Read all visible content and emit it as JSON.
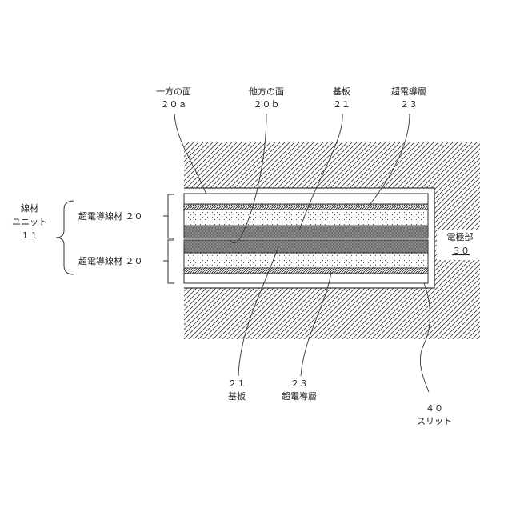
{
  "labels": {
    "top_1_name": "一方の面",
    "top_1_ref": "２０ａ",
    "top_2_name": "他方の面",
    "top_2_ref": "２０ｂ",
    "top_3_name": "基板",
    "top_3_ref": "２１",
    "top_4_name": "超電導層",
    "top_4_ref": "２３",
    "unit_name_1": "線材",
    "unit_name_2": "ユニット",
    "unit_ref": "１１",
    "wire_upper": "超電導線材 ２０",
    "wire_lower": "超電導線材 ２０",
    "electrode_name": "電極部",
    "electrode_ref": "３０",
    "bottom_1_ref": "２１",
    "bottom_1_name": "基板",
    "bottom_2_ref": "２３",
    "bottom_2_name": "超電導層",
    "bottom_3_ref": "４０",
    "bottom_3_name": "スリット"
  }
}
